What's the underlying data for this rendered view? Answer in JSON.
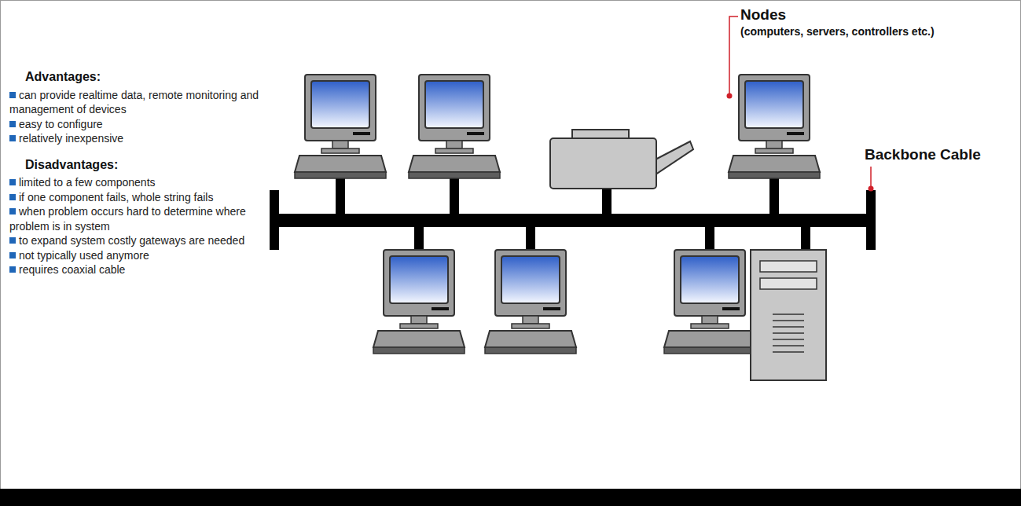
{
  "diagram": {
    "labels": [
      "Advantages:",
      "can provide realtime data, remote monitoring and management of devices",
      "easy to configure",
      "relatively inexpensive",
      "Disadvantages:",
      "limited to a few components",
      "if one component fails, whole string fails",
      "when problem occurs hard to determine where problem is in system",
      "to expand system costly gateways are needed",
      "not typically used anymore",
      "requires coaxial cable",
      "Nodes",
      "(computers, servers, controllers etc.)",
      "Backbone Cable"
    ]
  }
}
